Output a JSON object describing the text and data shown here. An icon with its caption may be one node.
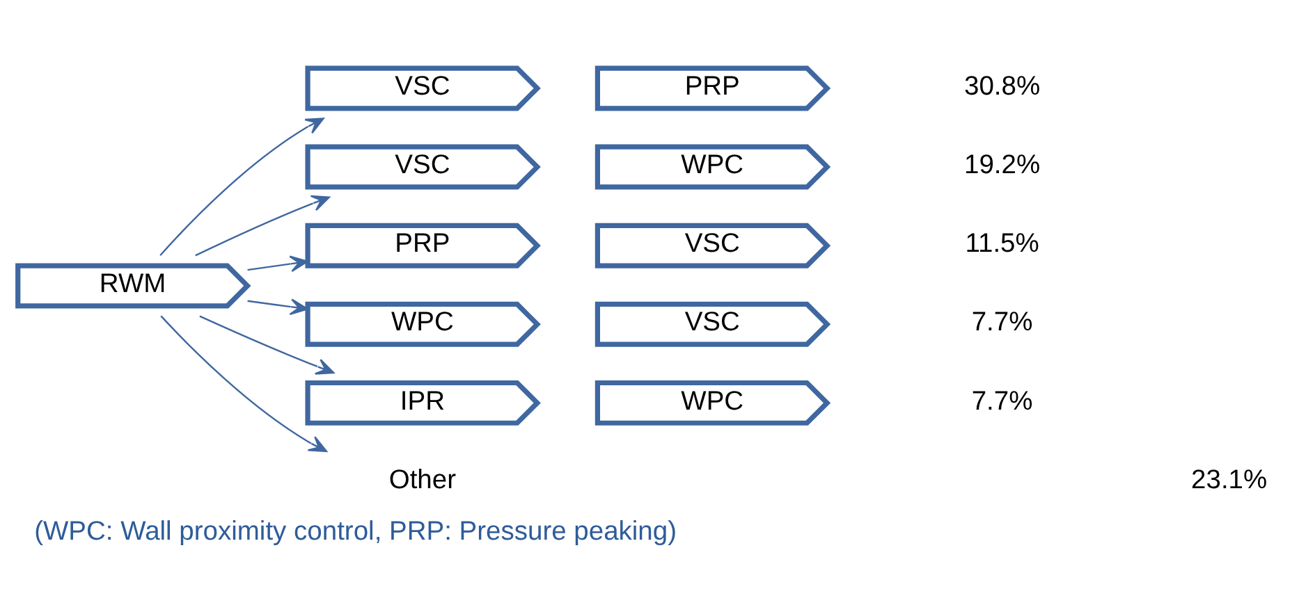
{
  "diagram": {
    "caption": "(WPC: Wall proximity control, PRP: Pressure peaking)",
    "nodes": [
      {
        "text": [
          "RWM"
        ]
      },
      {
        "text": [
          "VSC"
        ]
      },
      {
        "text": [
          "PRP"
        ]
      },
      {
        "text": [
          "VSC"
        ]
      },
      {
        "text": [
          "WPC"
        ]
      },
      {
        "text": [
          "PRP"
        ]
      },
      {
        "text": [
          "VSC"
        ]
      },
      {
        "text": [
          "WPC"
        ]
      },
      {
        "text": [
          "VSC"
        ]
      },
      {
        "text": [
          "IPR"
        ]
      },
      {
        "text": [
          "WPC"
        ]
      },
      {
        "text": [
          "Other"
        ]
      }
    ],
    "labels": [
      "30.8%",
      "19.2%",
      "11.5%",
      "7.7%",
      "7.7%",
      "23.1%"
    ],
    "edges": [
      {
        "from": 0,
        "to": 1,
        "arrow": "to"
      },
      {
        "from": 0,
        "to": 3,
        "arrow": "to"
      },
      {
        "from": 0,
        "to": 5,
        "arrow": "to"
      },
      {
        "from": 0,
        "to": 7,
        "arrow": "to"
      },
      {
        "from": 0,
        "to": 9,
        "arrow": "to"
      },
      {
        "from": 0,
        "to": 11,
        "arrow": "to"
      }
    ]
  }
}
